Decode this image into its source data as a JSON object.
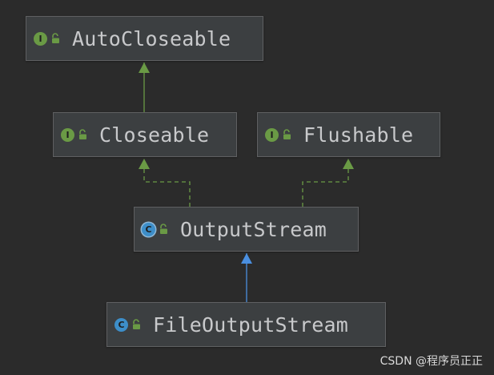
{
  "nodes": [
    {
      "id": "autocloseable",
      "label": "AutoCloseable",
      "badge": "I",
      "kind": "interface"
    },
    {
      "id": "closeable",
      "label": "Closeable",
      "badge": "I",
      "kind": "interface"
    },
    {
      "id": "flushable",
      "label": "Flushable",
      "badge": "I",
      "kind": "interface"
    },
    {
      "id": "outputstream",
      "label": "OutputStream",
      "badge": "C",
      "kind": "abstract-class"
    },
    {
      "id": "fileoutputstream",
      "label": "FileOutputStream",
      "badge": "C",
      "kind": "class"
    }
  ],
  "edges": [
    {
      "from": "closeable",
      "to": "autocloseable",
      "type": "extends",
      "style": "solid",
      "color": "#6a9a45"
    },
    {
      "from": "outputstream",
      "to": "closeable",
      "type": "implements",
      "style": "dashed",
      "color": "#6a9a45"
    },
    {
      "from": "outputstream",
      "to": "flushable",
      "type": "implements",
      "style": "dashed",
      "color": "#6a9a45"
    },
    {
      "from": "fileoutputstream",
      "to": "outputstream",
      "type": "extends",
      "style": "solid",
      "color": "#4a8fe0"
    }
  ],
  "colors": {
    "background": "#2b2b2b",
    "node_fill": "#3c3f41",
    "node_border": "#5f6062",
    "text": "#c8c9cb",
    "interface_badge": "#6a9a45",
    "class_badge": "#3d8ec9",
    "lock_icon": "#6a9a45"
  },
  "watermark": "CSDN @程序员正正"
}
